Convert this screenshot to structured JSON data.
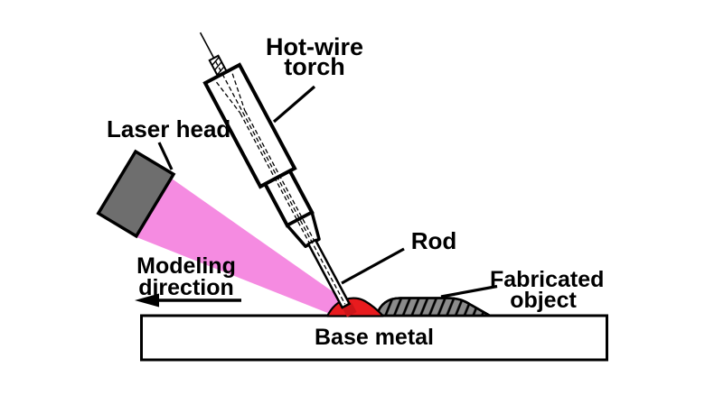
{
  "labels": {
    "hot_wire_torch": {
      "line1": "Hot-wire",
      "line2": "torch"
    },
    "laser_head": "Laser head",
    "rod": "Rod",
    "fabricated_object": {
      "line1": "Fabricated",
      "line2": "object"
    },
    "modeling_direction": {
      "line1": "Modeling",
      "line2": "direction"
    },
    "base_metal": "Base metal"
  },
  "colors": {
    "laser_beam": "#F58BE1",
    "melt_pool": "#E81B1E",
    "rod_tip_fill": "#CC1519",
    "rod_tip_border": "#7E1414",
    "laser_head_fill": "#6E6E6E",
    "fabricated_fill": "#8B8B8B",
    "base_metal_fill": "#FFFFFF",
    "outline": "#000000"
  },
  "icons": {
    "modeling_direction_arrow": "left-arrow"
  }
}
